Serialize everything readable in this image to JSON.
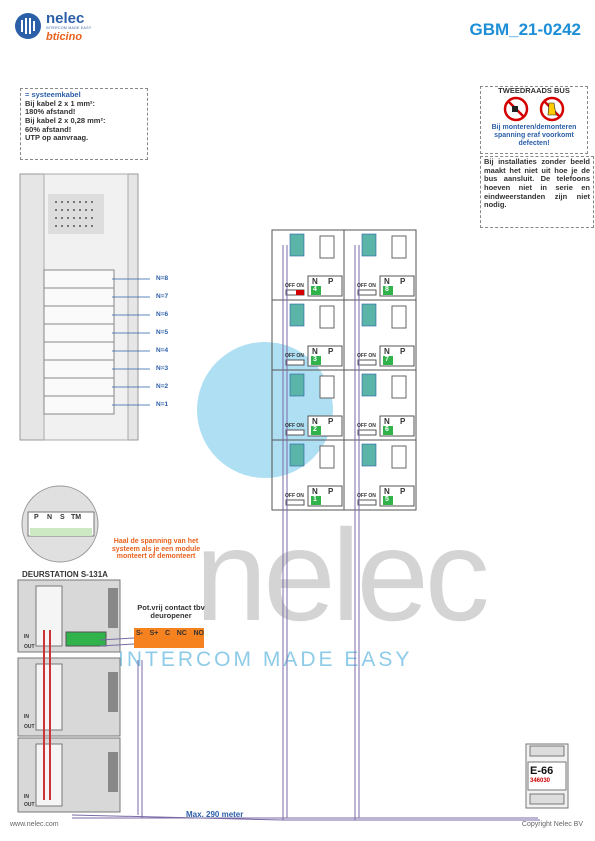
{
  "header": {
    "logo_name": "nelec",
    "logo_tagline": "INTERCOM MADE EASY",
    "logo_brand": "bticino",
    "document_code": "GBM_21-0242"
  },
  "cable_note": {
    "title": "= systeemkabel",
    "lines": [
      "Bij kabel 2 x 1 mm²:",
      "180% afstand!",
      "Bij kabel 2 x 0,28 mm²:",
      "60% afstand!",
      "UTP op aanvraag."
    ]
  },
  "bus_note": {
    "title": "TWEEDRAADS BUS",
    "warning": "Bij monteren/demonteren spanning eraf voorkomt defecten!"
  },
  "install_note": "Bij installaties zonder beeld maakt het niet uit hoe je de bus aansluit. De telefoons hoeven niet in serie en eindweerstanden zijn niet nodig.",
  "panel_buttons": [
    "N=8",
    "N=7",
    "N=6",
    "N=5",
    "N=4",
    "N=3",
    "N=2",
    "N=1"
  ],
  "connector_labels": [
    "P",
    "N",
    "S",
    "TM"
  ],
  "door_station": {
    "title": "DEURSTATION S-131A",
    "warning": "Haal de spanning van het systeem als je een module monteert of demonteert",
    "port_in": "IN",
    "port_out": "OUT"
  },
  "relay": {
    "title": "Pot.vrij contact tbv deuropener",
    "terminals": [
      "S-",
      "S+",
      "C",
      "NC",
      "NO"
    ]
  },
  "phones": {
    "switch_label": "OFF ON",
    "np_labels": [
      "N",
      "P"
    ],
    "left_column": [
      "4",
      "3",
      "2",
      "1"
    ],
    "right_column": [
      "8",
      "7",
      "6",
      "5"
    ]
  },
  "power_supply": {
    "model": "E-66",
    "code": "346030"
  },
  "distance": "Max. 290 meter",
  "watermark": {
    "name": "nelec",
    "tagline": "INTERCOM MADE EASY"
  },
  "footer": {
    "url": "www.nelec.com",
    "copyright": "Copyright Nelec BV"
  },
  "colors": {
    "brand_blue": "#2b5fa8",
    "accent_orange": "#f5821f",
    "cyan": "#1e8fd6"
  }
}
